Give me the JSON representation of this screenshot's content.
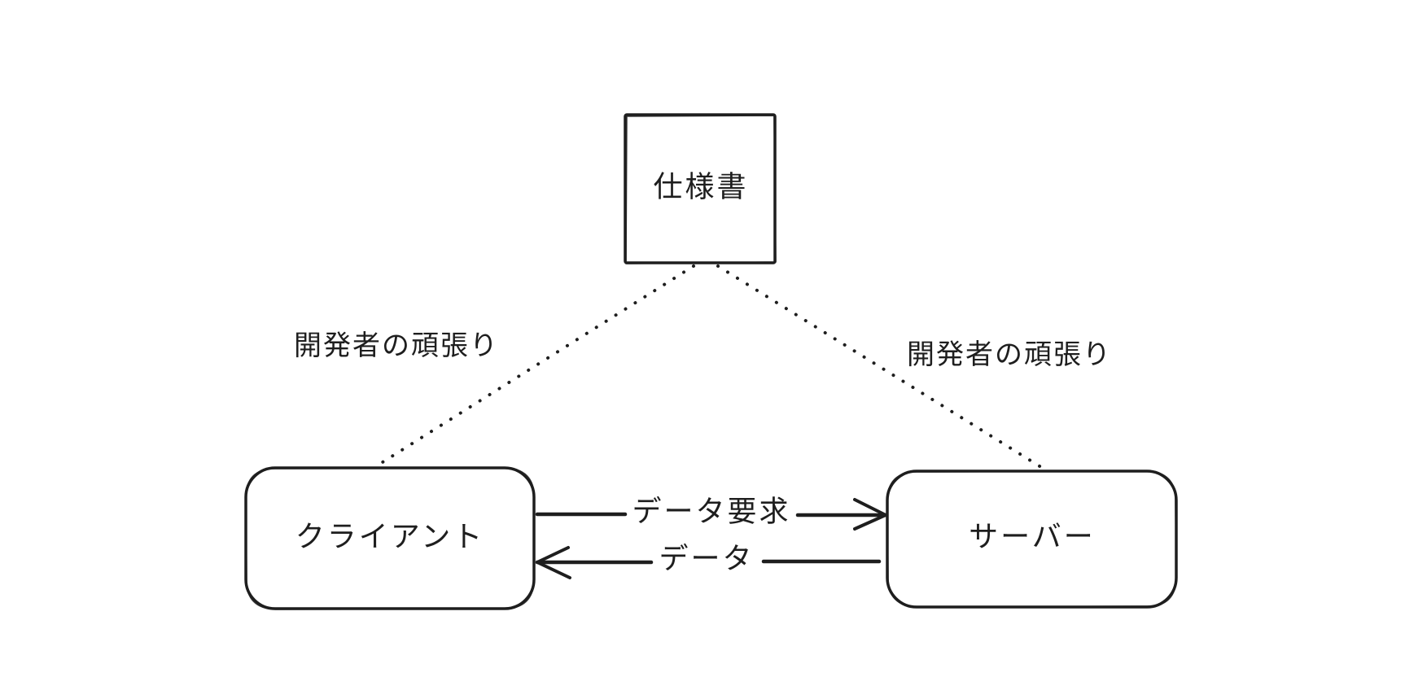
{
  "diagram": {
    "nodes": {
      "spec": {
        "label": "仕様書"
      },
      "client": {
        "label": "クライアント"
      },
      "server": {
        "label": "サーバー"
      }
    },
    "edges": {
      "request": {
        "label": "データ要求"
      },
      "response": {
        "label": "データ"
      }
    },
    "annotations": {
      "left": {
        "label": "開発者の頑張り"
      },
      "right": {
        "label": "開発者の頑張り"
      }
    },
    "colors": {
      "stroke": "#1e1e1e",
      "background": "#ffffff"
    }
  }
}
